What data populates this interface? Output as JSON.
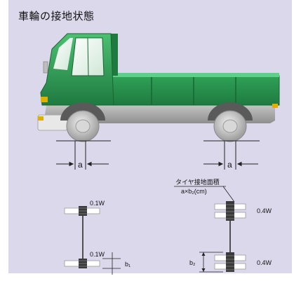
{
  "title": "車輪の接地状態",
  "labels": {
    "contact_width": "a",
    "contact_area_heading": "タイヤ接地面積",
    "contact_area_formula": "a×b₂(cm)",
    "single_top_load": "0.1W",
    "single_bottom_load": "0.1W",
    "single_dim": "b₁",
    "dual_top_load": "0.4W",
    "dual_bottom_load": "0.4W",
    "dual_dim": "b₂"
  },
  "colors": {
    "panel": "#dcd8ec",
    "truck_green": "#2e9a55",
    "truck_dark_green": "#1f7a40",
    "chassis_gray": "#9a9a9a",
    "tire": "#b9b9b9",
    "tread": "#3a3a3a"
  }
}
